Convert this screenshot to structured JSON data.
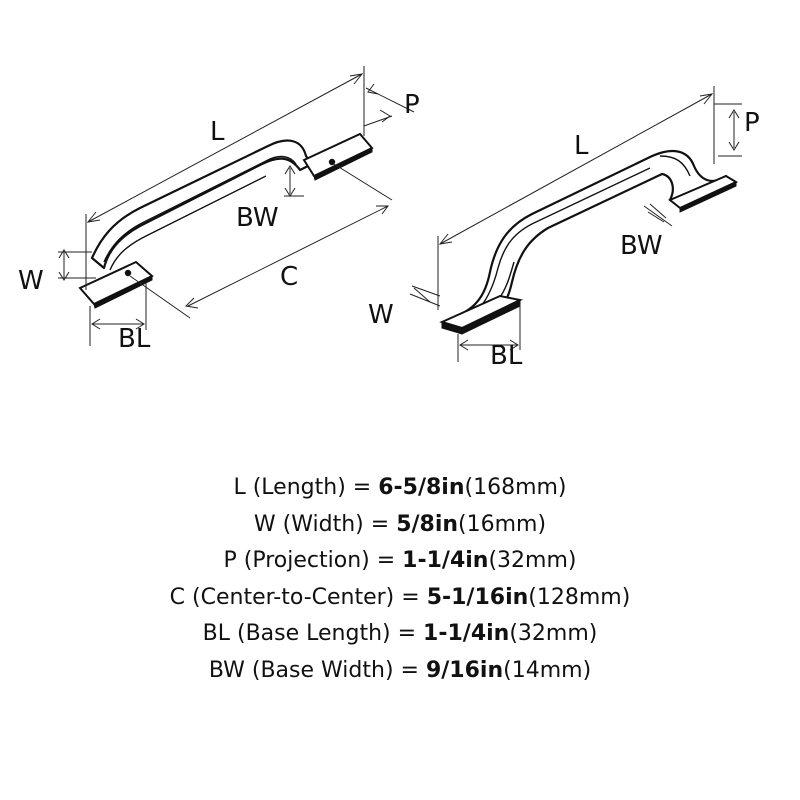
{
  "diagram": {
    "left_view": {
      "labels": {
        "L": "L",
        "P": "P",
        "BW": "BW",
        "W": "W",
        "C": "C",
        "BL": "BL"
      }
    },
    "right_view": {
      "labels": {
        "L": "L",
        "P": "P",
        "BW": "BW",
        "W": "W",
        "BL": "BL"
      }
    }
  },
  "specs": [
    {
      "key": "L",
      "desc": " (Length) = ",
      "value": "6-5/8in",
      "metric": "(168mm)"
    },
    {
      "key": "W",
      "desc": " (Width) = ",
      "value": "5/8in",
      "metric": "(16mm)"
    },
    {
      "key": "P",
      "desc": " (Projection) = ",
      "value": "1-1/4in",
      "metric": "(32mm)"
    },
    {
      "key": "C",
      "desc": " (Center-to-Center) = ",
      "value": "5-1/16in",
      "metric": "(128mm)"
    },
    {
      "key": "BL",
      "desc": " (Base Length) = ",
      "value": "1-1/4in",
      "metric": "(32mm)"
    },
    {
      "key": "BW",
      "desc": " (Base Width) = ",
      "value": "9/16in",
      "metric": "(14mm)"
    }
  ]
}
